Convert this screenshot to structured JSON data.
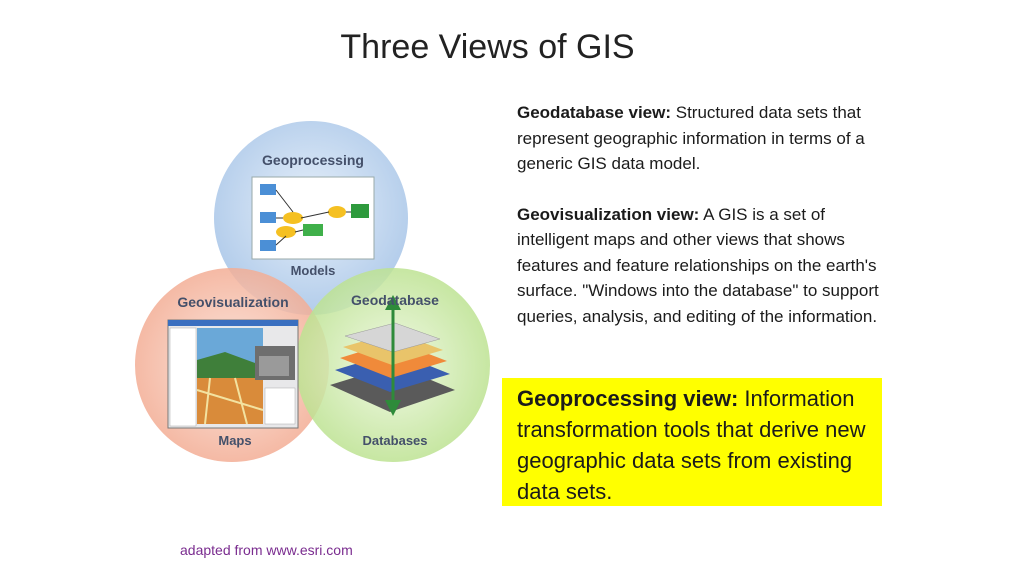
{
  "title": "Three Views of GIS",
  "diagram": {
    "geoprocessing_label": "Geoprocessing",
    "models_label": "Models",
    "geovisualization_label": "Geovisualization",
    "maps_label": "Maps",
    "geodatabase_label": "Geodatabase",
    "databases_label": "Databases",
    "colors": {
      "geoprocessing": "#a9c6e8",
      "geovisualization": "#f2a88e",
      "geodatabase": "#b8e08a"
    }
  },
  "definitions": [
    {
      "term": "Geodatabase view:",
      "text": " Structured data sets that represent geographic information in terms of a generic GIS data model."
    },
    {
      "term": "Geovisualization view:",
      "text": " A GIS is a set of intelligent maps and other views that shows features and feature relationships on the earth's surface. \"Windows into the database\" to support queries, analysis, and editing of the information."
    }
  ],
  "highlight": {
    "term": "Geoprocessing view:",
    "text": " Information transformation tools that derive new geographic data sets from existing data sets.",
    "background": "#ffff00"
  },
  "credit": "adapted from www.esri.com"
}
